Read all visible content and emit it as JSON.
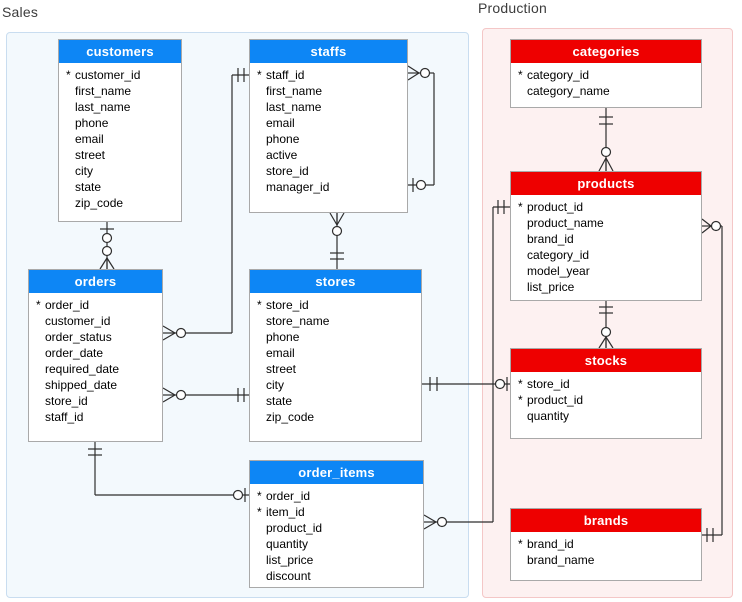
{
  "regions": [
    {
      "id": "sales",
      "label": "Sales",
      "header_color": "#0d86f5",
      "panel_bg": "#f3f9fd",
      "panel_border": "#c9ddf0"
    },
    {
      "id": "production",
      "label": "Production",
      "header_color": "#ee0000",
      "panel_bg": "#fdf1f1",
      "panel_border": "#f4c7c7"
    }
  ],
  "tables": [
    {
      "name": "customers",
      "region": "sales",
      "fields": [
        {
          "marker": "*",
          "name": "customer_id"
        },
        {
          "marker": "",
          "name": "first_name"
        },
        {
          "marker": "",
          "name": "last_name"
        },
        {
          "marker": "",
          "name": "phone"
        },
        {
          "marker": "",
          "name": "email"
        },
        {
          "marker": "",
          "name": "street"
        },
        {
          "marker": "",
          "name": "city"
        },
        {
          "marker": "",
          "name": "state"
        },
        {
          "marker": "",
          "name": "zip_code"
        }
      ]
    },
    {
      "name": "staffs",
      "region": "sales",
      "fields": [
        {
          "marker": "*",
          "name": "staff_id"
        },
        {
          "marker": "",
          "name": "first_name"
        },
        {
          "marker": "",
          "name": "last_name"
        },
        {
          "marker": "",
          "name": "email"
        },
        {
          "marker": "",
          "name": "phone"
        },
        {
          "marker": "",
          "name": "active"
        },
        {
          "marker": "",
          "name": "store_id"
        },
        {
          "marker": "",
          "name": "manager_id"
        }
      ]
    },
    {
      "name": "orders",
      "region": "sales",
      "fields": [
        {
          "marker": "*",
          "name": "order_id"
        },
        {
          "marker": "",
          "name": "customer_id"
        },
        {
          "marker": "",
          "name": "order_status"
        },
        {
          "marker": "",
          "name": "order_date"
        },
        {
          "marker": "",
          "name": "required_date"
        },
        {
          "marker": "",
          "name": "shipped_date"
        },
        {
          "marker": "",
          "name": "store_id"
        },
        {
          "marker": "",
          "name": "staff_id"
        }
      ]
    },
    {
      "name": "stores",
      "region": "sales",
      "fields": [
        {
          "marker": "*",
          "name": "store_id"
        },
        {
          "marker": "",
          "name": "store_name"
        },
        {
          "marker": "",
          "name": "phone"
        },
        {
          "marker": "",
          "name": "email"
        },
        {
          "marker": "",
          "name": "street"
        },
        {
          "marker": "",
          "name": "city"
        },
        {
          "marker": "",
          "name": "state"
        },
        {
          "marker": "",
          "name": "zip_code"
        }
      ]
    },
    {
      "name": "order_items",
      "region": "sales",
      "fields": [
        {
          "marker": "*",
          "name": "order_id"
        },
        {
          "marker": "*",
          "name": "item_id"
        },
        {
          "marker": "",
          "name": "product_id"
        },
        {
          "marker": "",
          "name": "quantity"
        },
        {
          "marker": "",
          "name": "list_price"
        },
        {
          "marker": "",
          "name": "discount"
        }
      ]
    },
    {
      "name": "categories",
      "region": "production",
      "fields": [
        {
          "marker": "*",
          "name": "category_id"
        },
        {
          "marker": "",
          "name": "category_name"
        }
      ]
    },
    {
      "name": "products",
      "region": "production",
      "fields": [
        {
          "marker": "*",
          "name": "product_id"
        },
        {
          "marker": "",
          "name": "product_name"
        },
        {
          "marker": "",
          "name": "brand_id"
        },
        {
          "marker": "",
          "name": "category_id"
        },
        {
          "marker": "",
          "name": "model_year"
        },
        {
          "marker": "",
          "name": "list_price"
        }
      ]
    },
    {
      "name": "stocks",
      "region": "production",
      "fields": [
        {
          "marker": "*",
          "name": "store_id"
        },
        {
          "marker": "*",
          "name": "product_id"
        },
        {
          "marker": "",
          "name": "quantity"
        }
      ]
    },
    {
      "name": "brands",
      "region": "production",
      "fields": [
        {
          "marker": "*",
          "name": "brand_id"
        },
        {
          "marker": "",
          "name": "brand_name"
        }
      ]
    }
  ],
  "relationships": [
    {
      "from": "customers",
      "to": "orders",
      "from_cardinality": "zero-or-one",
      "to_cardinality": "zero-or-many"
    },
    {
      "from": "staffs",
      "to": "staffs",
      "from_cardinality": "zero-or-many",
      "to_cardinality": "zero-or-one"
    },
    {
      "from": "stores",
      "to": "staffs",
      "from_cardinality": "one-and-only-one",
      "to_cardinality": "zero-or-many"
    },
    {
      "from": "staffs",
      "to": "orders",
      "from_cardinality": "one-and-only-one",
      "to_cardinality": "zero-or-many"
    },
    {
      "from": "stores",
      "to": "orders",
      "from_cardinality": "one-and-only-one",
      "to_cardinality": "zero-or-many"
    },
    {
      "from": "orders",
      "to": "order_items",
      "from_cardinality": "one-and-only-one",
      "to_cardinality": "zero-or-one"
    },
    {
      "from": "categories",
      "to": "products",
      "from_cardinality": "one-and-only-one",
      "to_cardinality": "zero-or-many"
    },
    {
      "from": "products",
      "to": "stocks",
      "from_cardinality": "one-and-only-one",
      "to_cardinality": "zero-or-many"
    },
    {
      "from": "stores",
      "to": "stocks",
      "from_cardinality": "one-and-only-one",
      "to_cardinality": "zero-or-one"
    },
    {
      "from": "products",
      "to": "order_items",
      "from_cardinality": "one-and-only-one",
      "to_cardinality": "zero-or-many"
    },
    {
      "from": "brands",
      "to": "products",
      "from_cardinality": "one-and-only-one",
      "to_cardinality": "zero-or-many"
    }
  ]
}
